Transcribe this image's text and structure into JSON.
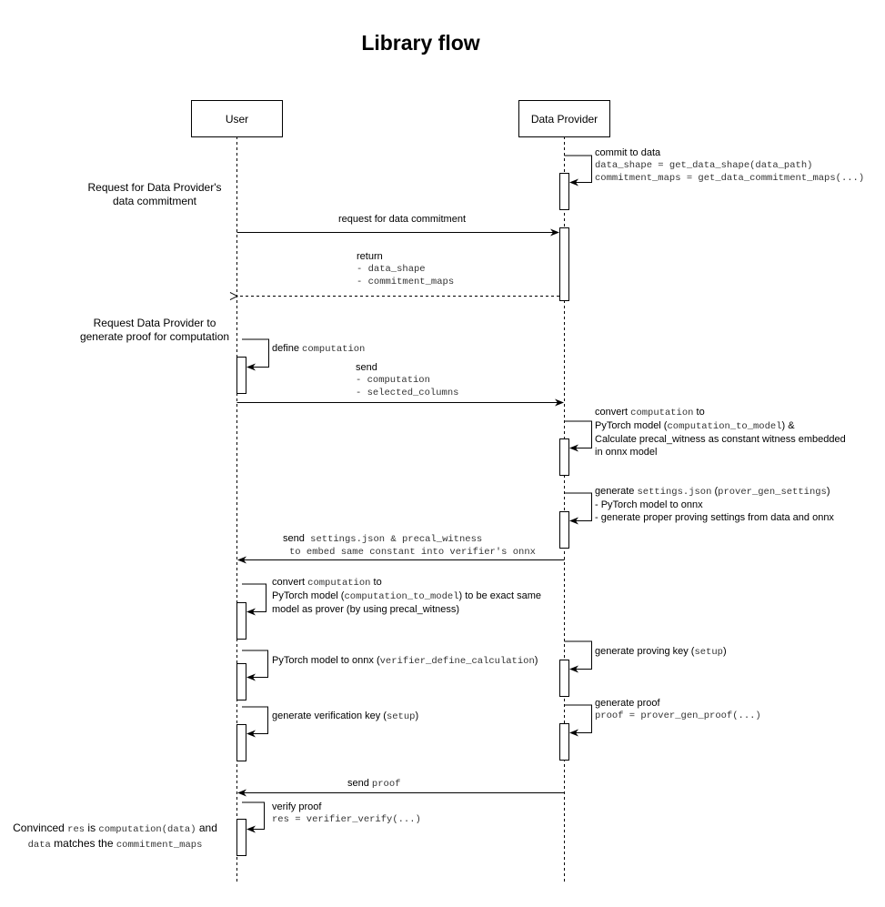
{
  "title": "Library flow",
  "actors": {
    "user": "User",
    "provider": "Data Provider"
  },
  "notes": {
    "request_commitment": [
      "Request for Data Provider's",
      "data commitment"
    ],
    "request_proof": [
      "Request Data Provider to",
      "generate proof for computation"
    ],
    "convinced": {
      "l1_a": "Convinced ",
      "l1_b": "res",
      "l1_c": " is ",
      "l1_d": "computation(data)",
      "l1_e": " and",
      "l2_a": "data",
      "l2_b": " matches the ",
      "l2_c": "commitment_maps"
    }
  },
  "steps": {
    "commit": {
      "title": "commit to data",
      "code1": "data_shape = get_data_shape(data_path)",
      "code2": "commitment_maps = get_data_commitment_maps(...)"
    },
    "request_msg": "request for data commitment",
    "return_msg": {
      "title": "return",
      "item1": "- data_shape",
      "item2": "- commitment_maps"
    },
    "define": {
      "text": "define ",
      "code": "computation"
    },
    "send_computation": {
      "title": "send",
      "item1": "- computation",
      "item2": "- selected_columns"
    },
    "convert_provider": {
      "l1_a": "convert ",
      "l1_b": "computation",
      "l1_c": " to",
      "l2_a": "PyTorch model (",
      "l2_b": "computation_to_model",
      "l2_c": ") &",
      "l3": "Calculate precal_witness as constant witness embedded",
      "l4": "in onnx model"
    },
    "gen_settings": {
      "l1_a": "generate ",
      "l1_b": "settings.json",
      "l1_c": " (",
      "l1_d": "prover_gen_settings",
      "l1_e": ")",
      "l2": "- PyTorch model to onnx",
      "l3": "- generate proper proving settings from data and onnx"
    },
    "send_settings": {
      "a": "send",
      "b": " settings.json & precal_witness",
      "c": "to embed same constant into verifier's onnx"
    },
    "convert_user": {
      "l1_a": "convert ",
      "l1_b": "computation",
      "l1_c": " to",
      "l2_a": "PyTorch model (",
      "l2_b": "computation_to_model",
      "l2_c": ") to be exact same",
      "l3": "model as prover (by using precal_witness)"
    },
    "to_onnx": {
      "a": "PyTorch model to onnx (",
      "b": "verifier_define_calculation",
      "c": ")"
    },
    "proving_key": {
      "a": "generate proving key (",
      "b": "setup",
      "c": ")"
    },
    "verification_key": {
      "a": "generate verification key (",
      "b": "setup",
      "c": ")"
    },
    "gen_proof": {
      "title": "generate proof",
      "code": "proof = prover_gen_proof(...)"
    },
    "send_proof": {
      "a": "send ",
      "b": "proof"
    },
    "verify": {
      "title": "verify proof",
      "code": "res = verifier_verify(...)"
    }
  }
}
